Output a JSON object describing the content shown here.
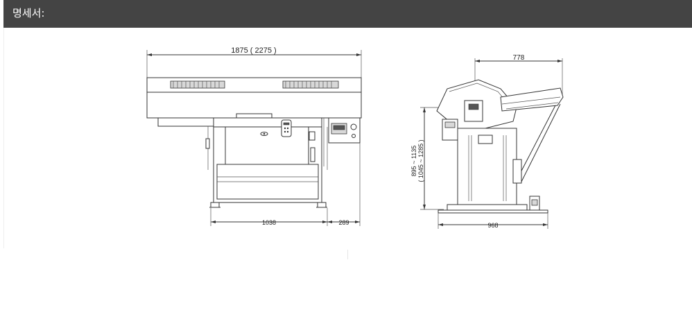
{
  "header": {
    "title": "명세서:"
  },
  "colors": {
    "header_bg": "#444444",
    "header_text": "#ffffff",
    "line": "#333333"
  },
  "drawing": {
    "front_view": {
      "overall_width": "1875 ( 2275 )",
      "base_width": "1038",
      "side_width": "289"
    },
    "side_view": {
      "top_width": "778",
      "base_width": "968",
      "height_range": "895 ~ 1135",
      "height_range_alt": "( 1045 ~ 1285 )"
    }
  }
}
